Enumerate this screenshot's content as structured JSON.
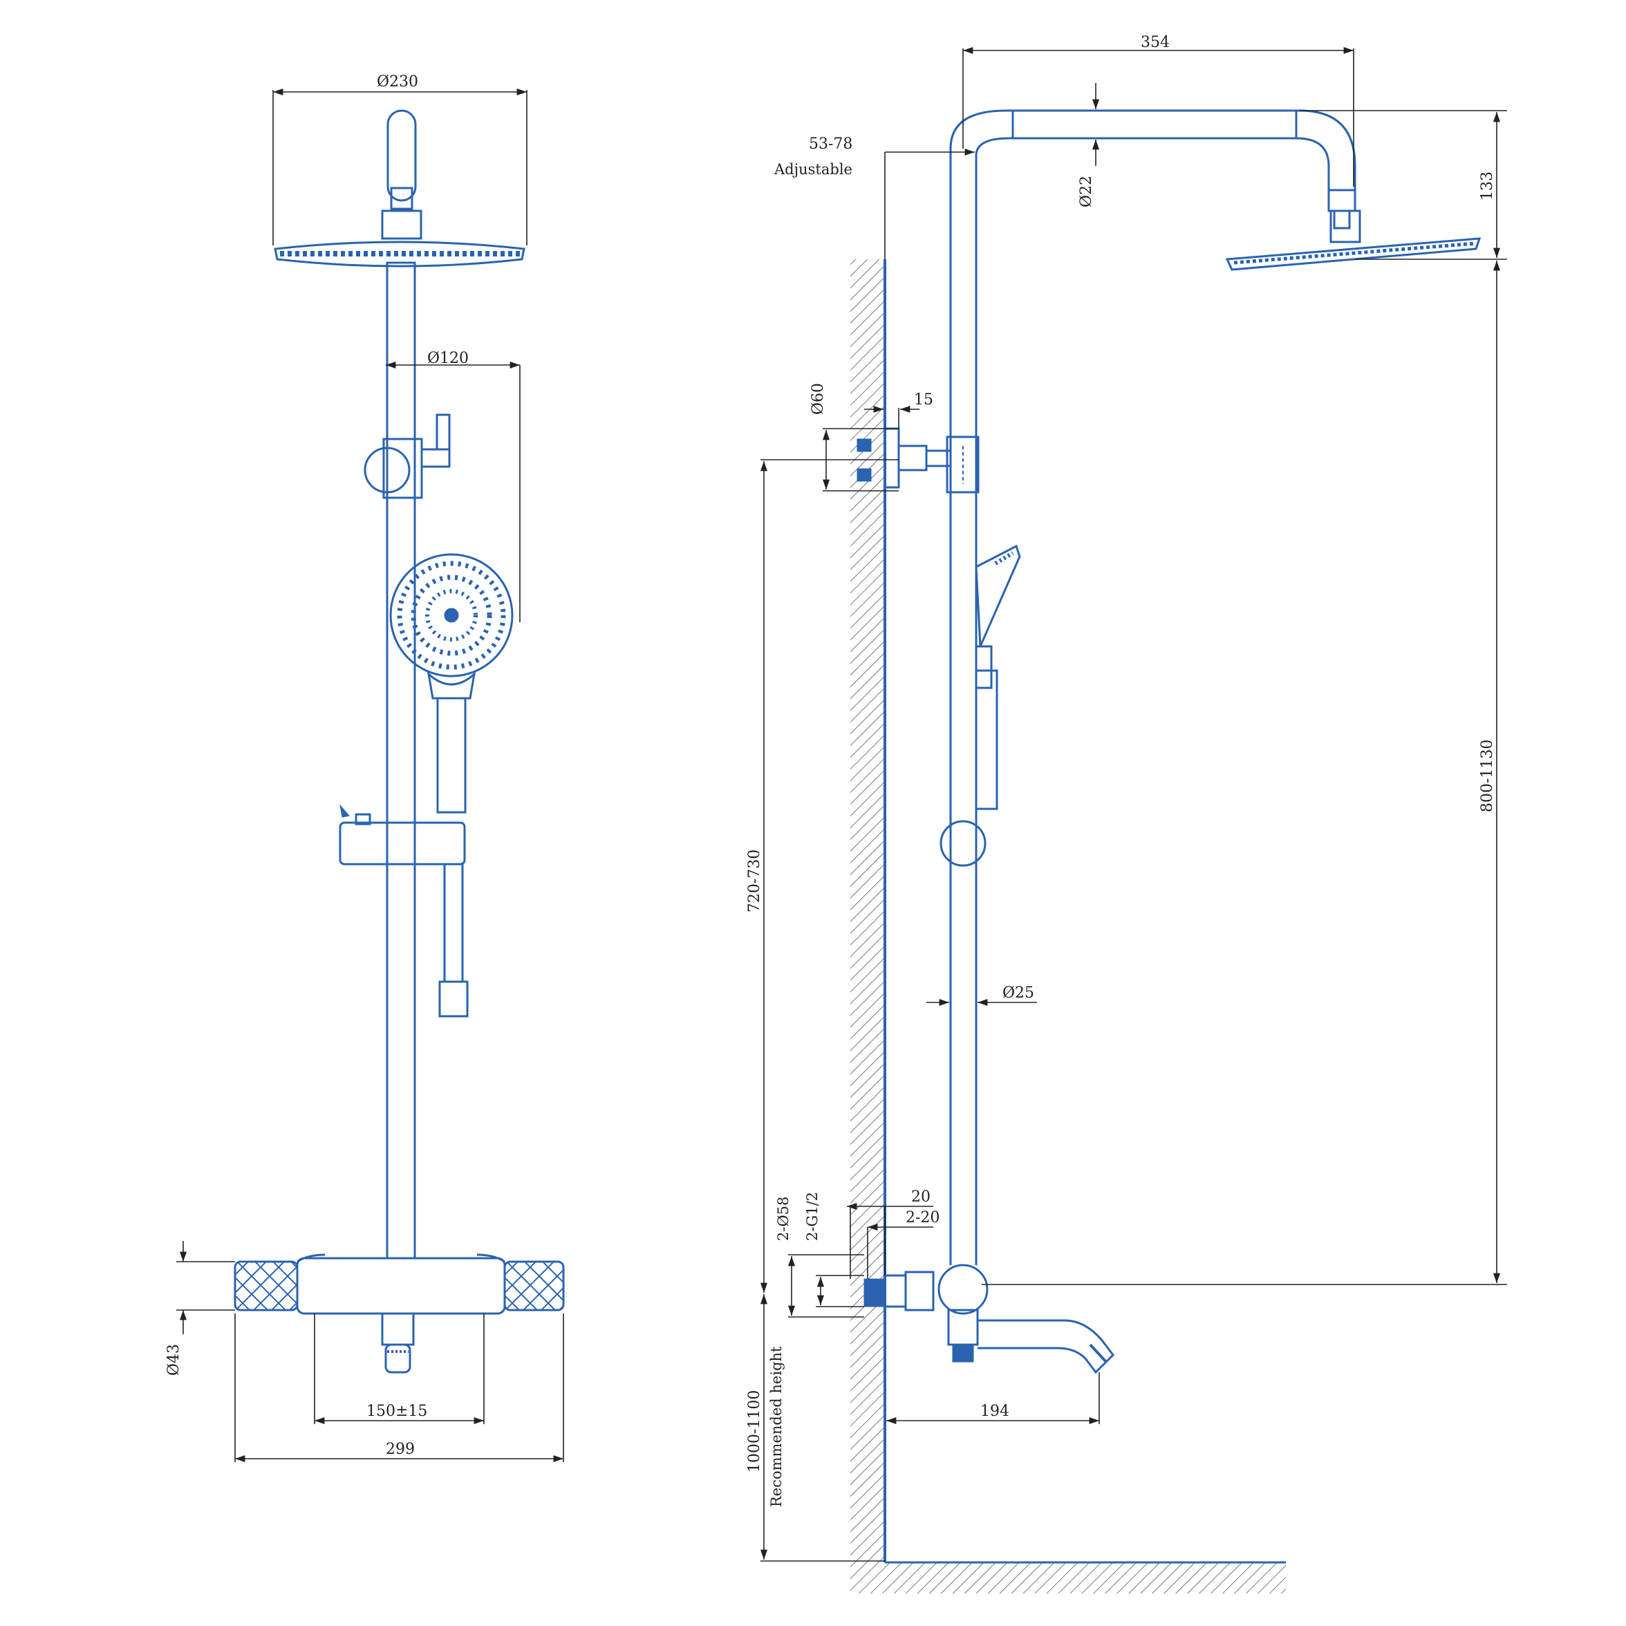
{
  "colors": {
    "product": "#2a63b0",
    "dimension": "#222222",
    "wall": "#555555",
    "background": "#ffffff"
  },
  "front": {
    "dia_overhead": "Ø230",
    "dia_handheld": "Ø120",
    "dia_mixer": "Ø43",
    "inlet_spacing": "150±15",
    "mixer_width": "299"
  },
  "side": {
    "arm_reach": "354",
    "wall_offset": "53-78",
    "wall_offset_note": "Adjustable",
    "dia_arm": "Ø22",
    "head_drop": "133",
    "dia_bracket": "Ø60",
    "bracket_depth": "15",
    "bracket_height": "720-730",
    "rail_height": "800-1130",
    "dia_rail": "Ø25",
    "dia_eccentric": "2-Ø58",
    "thread": "2-G1/2",
    "eccentric_depth": "20",
    "eccentric_offset": "2-20",
    "spout_reach": "194",
    "mount_height": "1000-1100",
    "mount_height_note": "Recommended height"
  }
}
